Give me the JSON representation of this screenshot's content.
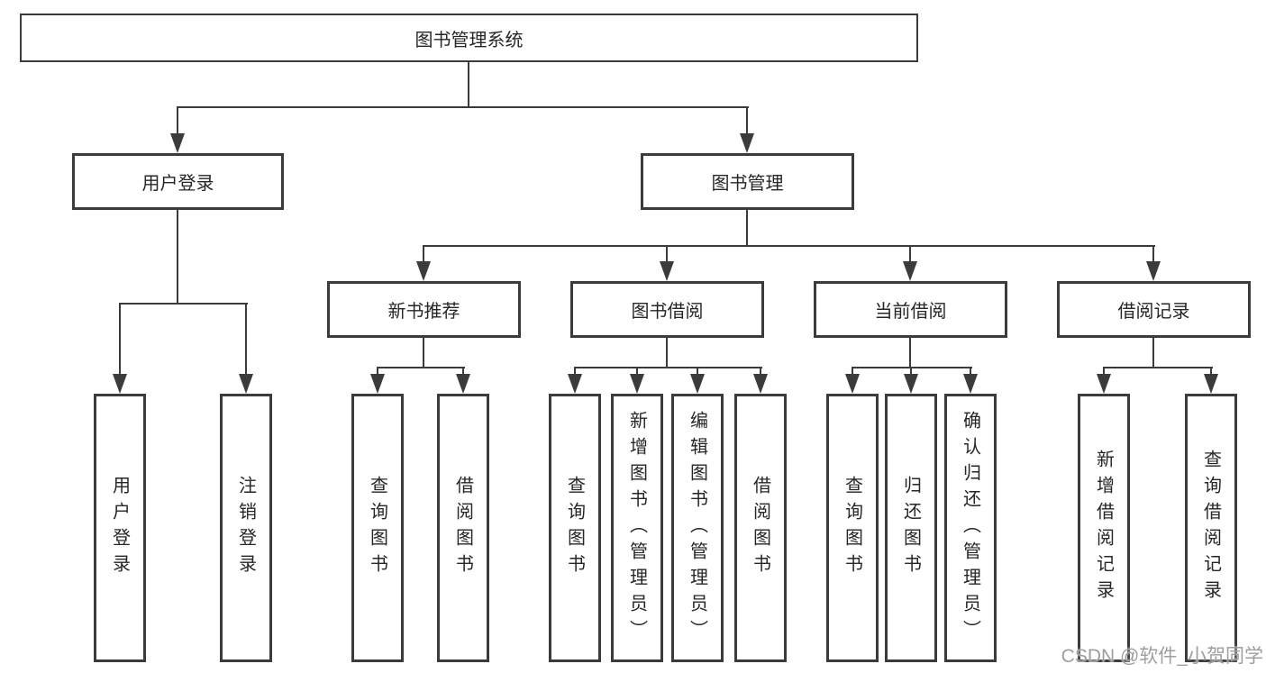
{
  "tree": {
    "label": "图书管理系统",
    "children": [
      {
        "label": "用户登录",
        "children": [
          {
            "label": "用户登录"
          },
          {
            "label": "注销登录"
          }
        ]
      },
      {
        "label": "图书管理",
        "children": [
          {
            "label": "新书推荐",
            "children": [
              {
                "label": "查询图书"
              },
              {
                "label": "借阅图书"
              }
            ]
          },
          {
            "label": "图书借阅",
            "children": [
              {
                "label": "查询图书"
              },
              {
                "label": "新增图书（管理员）"
              },
              {
                "label": "编辑图书（管理员）"
              },
              {
                "label": "借阅图书"
              }
            ]
          },
          {
            "label": "当前借阅",
            "children": [
              {
                "label": "查询图书"
              },
              {
                "label": "归还图书"
              },
              {
                "label": "确认归还（管理员）"
              }
            ]
          },
          {
            "label": "借阅记录",
            "children": [
              {
                "label": "新增借阅记录"
              },
              {
                "label": "查询借阅记录"
              }
            ]
          }
        ]
      }
    ]
  },
  "watermark": {
    "text": "CSDN @软件_小贺同学"
  },
  "colors": {
    "line": "#3b3b3b",
    "text": "#262626",
    "watermark": "#9e9e9e",
    "bg": "#ffffff"
  }
}
